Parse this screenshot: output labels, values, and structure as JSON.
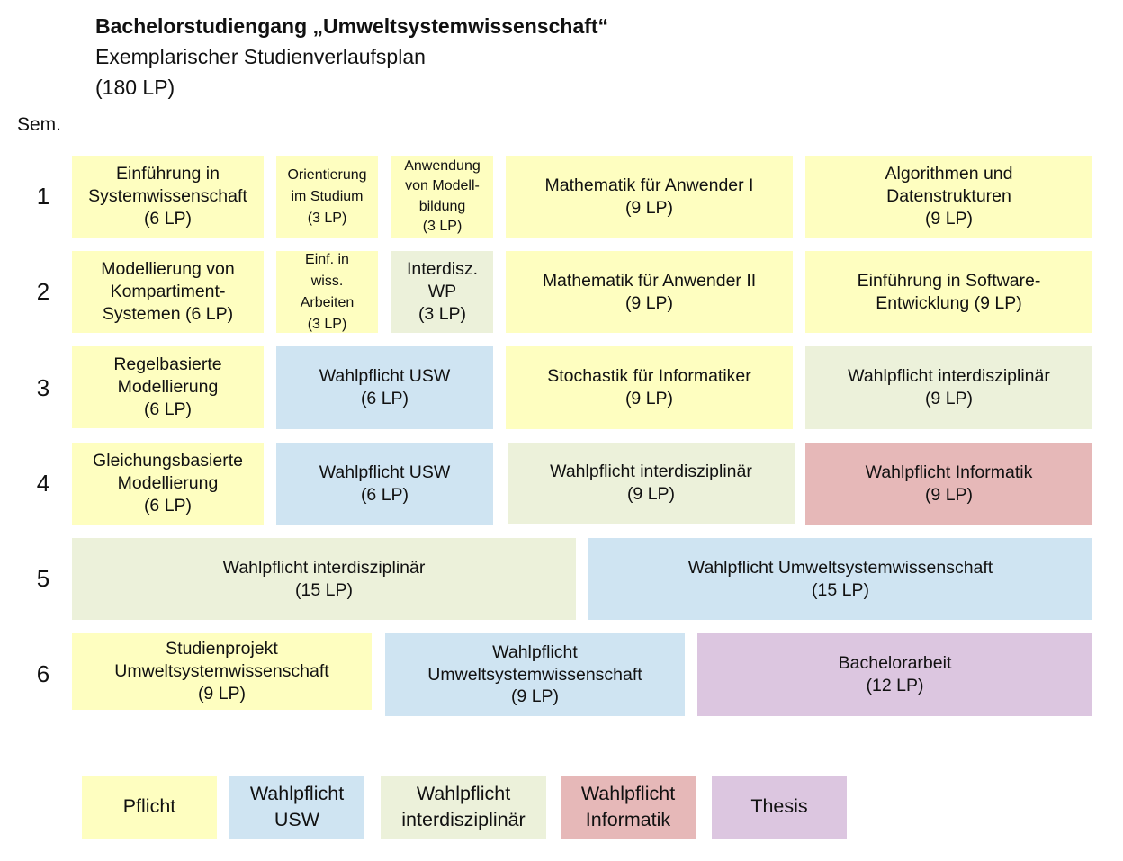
{
  "header": {
    "title": "Bachelorstudiengang „Umweltsystemwissenschaft“",
    "subtitle": "Exemplarischer Studienverlaufsplan",
    "total": "(180 LP)",
    "sem_label": "Sem."
  },
  "semesters": [
    "1",
    "2",
    "3",
    "4",
    "5",
    "6"
  ],
  "colors": {
    "pflicht": "#fefec0",
    "wahlpflicht_usw": "#cfe4f2",
    "wahlpflicht_interdisziplinaer": "#ecf1da",
    "wahlpflicht_informatik": "#e6b8b8",
    "thesis": "#dcc6e0"
  },
  "modules": {
    "s1": [
      {
        "lines": [
          "Einführung in",
          "Systemwissenschaft",
          "(6 LP)"
        ],
        "category": "pflicht"
      },
      {
        "lines": [
          "Orientierung",
          "im Studium",
          "(3 LP)"
        ],
        "category": "pflicht"
      },
      {
        "lines": [
          "Anwendung",
          "von Modell-",
          "bildung",
          "(3 LP)"
        ],
        "category": "pflicht"
      },
      {
        "lines": [
          "Mathematik für Anwender I",
          "(9 LP)"
        ],
        "category": "pflicht"
      },
      {
        "lines": [
          "Algorithmen und",
          "Datenstrukturen",
          "(9 LP)"
        ],
        "category": "pflicht"
      }
    ],
    "s2": [
      {
        "lines": [
          "Modellierung von",
          "Kompartiment-",
          "Systemen (6 LP)"
        ],
        "category": "pflicht"
      },
      {
        "lines": [
          "Einf. in",
          "wiss.",
          "Arbeiten",
          "(3 LP)"
        ],
        "category": "pflicht"
      },
      {
        "lines": [
          "Interdisz.",
          "WP",
          "(3 LP)"
        ],
        "category": "wahlpflicht_interdisziplinaer"
      },
      {
        "lines": [
          "Mathematik für Anwender II",
          "(9 LP)"
        ],
        "category": "pflicht"
      },
      {
        "lines": [
          "Einführung in Software-",
          "Entwicklung (9 LP)"
        ],
        "category": "pflicht"
      }
    ],
    "s3": [
      {
        "lines": [
          "Regelbasierte",
          "Modellierung",
          "(6 LP)"
        ],
        "category": "pflicht"
      },
      {
        "lines": [
          "Wahlpflicht USW",
          "(6 LP)"
        ],
        "category": "wahlpflicht_usw"
      },
      {
        "lines": [
          "Stochastik für Informatiker",
          "(9 LP)"
        ],
        "category": "pflicht"
      },
      {
        "lines": [
          "Wahlpflicht interdisziplinär",
          "(9 LP)"
        ],
        "category": "wahlpflicht_interdisziplinaer"
      }
    ],
    "s4": [
      {
        "lines": [
          "Gleichungsbasierte",
          "Modellierung",
          "(6 LP)"
        ],
        "category": "pflicht"
      },
      {
        "lines": [
          "Wahlpflicht USW",
          "(6 LP)"
        ],
        "category": "wahlpflicht_usw"
      },
      {
        "lines": [
          "Wahlpflicht interdisziplinär",
          "(9 LP)"
        ],
        "category": "wahlpflicht_interdisziplinaer"
      },
      {
        "lines": [
          "Wahlpflicht Informatik",
          "(9 LP)"
        ],
        "category": "wahlpflicht_informatik"
      }
    ],
    "s5": [
      {
        "lines": [
          "Wahlpflicht interdisziplinär",
          "(15 LP)"
        ],
        "category": "wahlpflicht_interdisziplinaer"
      },
      {
        "lines": [
          "Wahlpflicht Umweltsystemwissenschaft",
          "(15 LP)"
        ],
        "category": "wahlpflicht_usw"
      }
    ],
    "s6": [
      {
        "lines": [
          "Studienprojekt",
          "Umweltsystemwissenschaft",
          "(9 LP)"
        ],
        "category": "pflicht"
      },
      {
        "lines": [
          "Wahlpflicht",
          "Umweltsystemwissenschaft",
          "(9 LP)"
        ],
        "category": "wahlpflicht_usw"
      },
      {
        "lines": [
          "Bachelorarbeit",
          "(12 LP)"
        ],
        "category": "thesis"
      }
    ]
  },
  "legend": [
    {
      "lines": [
        "Pflicht"
      ],
      "category": "pflicht"
    },
    {
      "lines": [
        "Wahlpflicht",
        "USW"
      ],
      "category": "wahlpflicht_usw"
    },
    {
      "lines": [
        "Wahlpflicht",
        "interdisziplinär"
      ],
      "category": "wahlpflicht_interdisziplinaer"
    },
    {
      "lines": [
        "Wahlpflicht",
        "Informatik"
      ],
      "category": "wahlpflicht_informatik"
    },
    {
      "lines": [
        "Thesis"
      ],
      "category": "thesis"
    }
  ]
}
